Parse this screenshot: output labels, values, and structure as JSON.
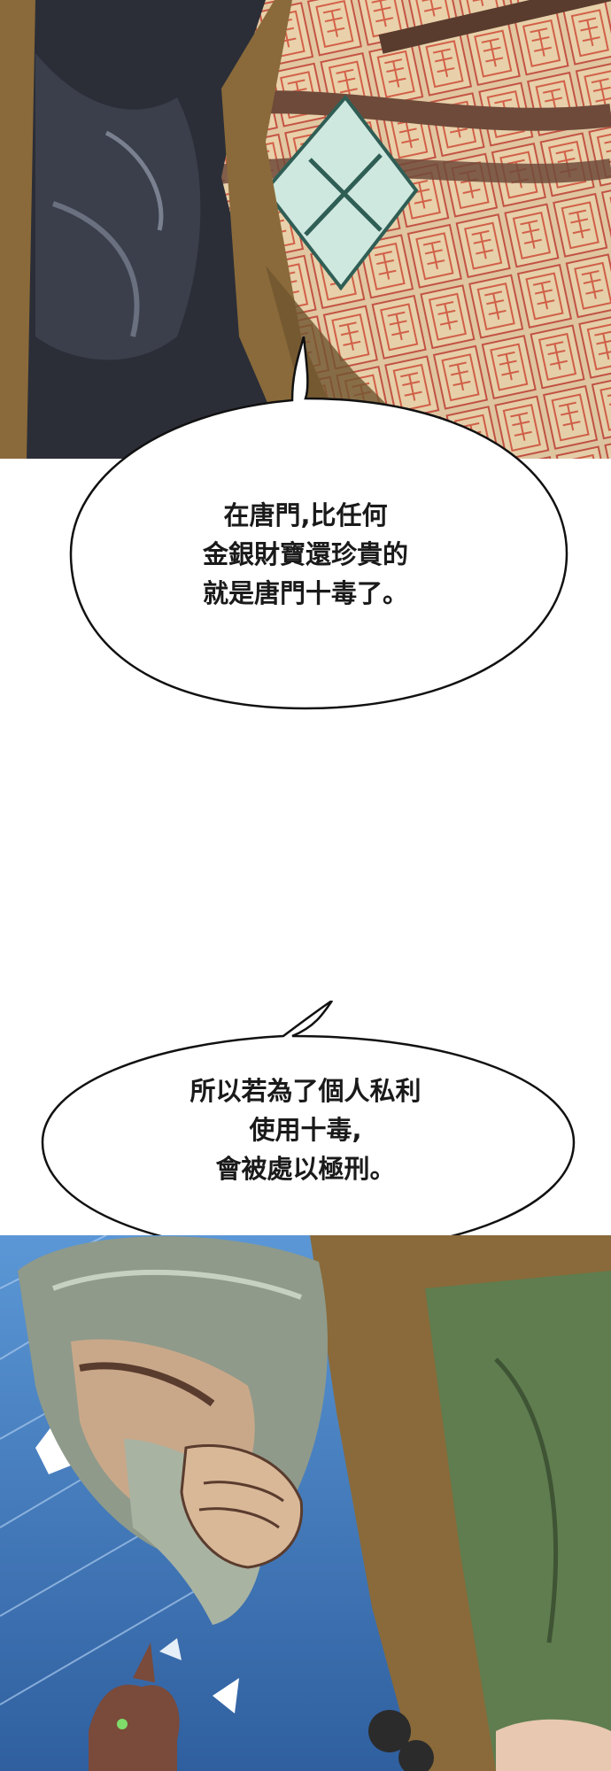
{
  "bubbles": [
    {
      "lines": [
        "在唐門,比任何",
        "金銀財寶還珍貴的",
        "就是唐門十毒了。"
      ]
    },
    {
      "lines": [
        "所以若為了個人私利",
        "使用十毒,",
        "會被處以極刑。"
      ]
    }
  ],
  "colors": {
    "bubble_fill": "#ffffff",
    "bubble_stroke": "#111111",
    "seal_red": "#d9573f",
    "talisman_green": "#cfe8df",
    "cloak_brown": "#8a6a3a",
    "sky_blue": "#3f7fc9",
    "robe_green": "#5f7d4f"
  },
  "icons": [
    "talisman-seal-icon"
  ]
}
